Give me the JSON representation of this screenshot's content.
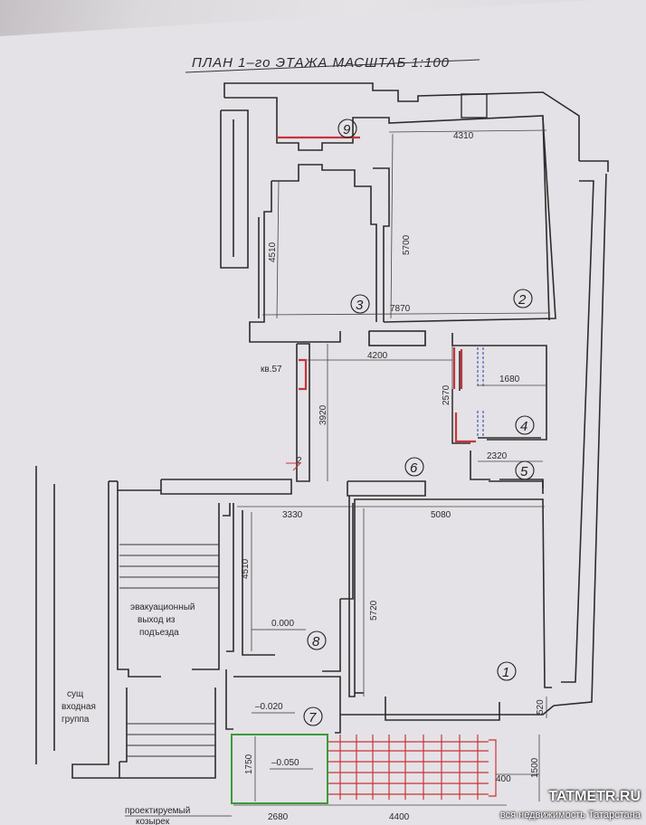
{
  "title": "ПЛАН 1–го ЭТАЖА  МАСШТАБ 1:100",
  "dimensions": {
    "d4310": "4310",
    "d5700": "5700",
    "d4510_top": "4510",
    "d7870": "7870",
    "d4200": "4200",
    "d2570": "2570",
    "d1680": "1680",
    "d3920": "3920",
    "d2320": "2320",
    "d3330": "3330",
    "d5080": "5080",
    "d4510_bottom": "4510",
    "d5720": "5720",
    "d520": "520",
    "d1750": "1750",
    "d1500": "1500",
    "d400": "400",
    "d2680": "2680",
    "d4400": "4400"
  },
  "levels": {
    "kv": "кв.57",
    "l0000": "0.000",
    "l0020": "–0.020",
    "l0050": "–0.050"
  },
  "rooms": [
    "1",
    "2",
    "3",
    "4",
    "5",
    "6",
    "7",
    "8",
    "9"
  ],
  "labels": {
    "evac1": "эвакуационный",
    "evac2": "выход из",
    "evac3": "подъезда",
    "exist1": "сущ",
    "exist2": "входная",
    "exist3": "группа",
    "proj1": "проектируемый",
    "proj2": "козырек",
    "axis_mark": "2"
  },
  "watermark": {
    "brand": "TATMETR.RU",
    "tagline": "вся недвижимость Татарстана"
  },
  "colors": {
    "wall": "#2c2c2c",
    "red": "#c8343b",
    "green": "#3c9a3c",
    "blue": "#3a5fb0"
  }
}
